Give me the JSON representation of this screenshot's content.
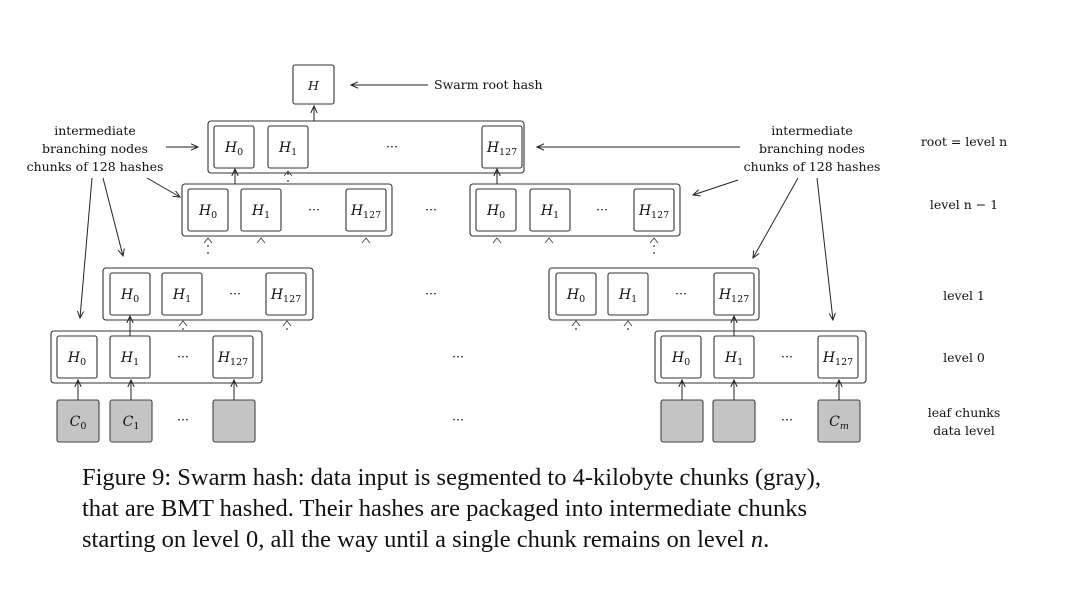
{
  "figure": {
    "root_box": "H",
    "root_label": "Swarm root hash",
    "intermediate_label": [
      "intermediate",
      "branching nodes",
      "chunks of 128 hashes"
    ],
    "ellipsis": "···",
    "levels": [
      "root = level n",
      "level n − 1",
      "level 1",
      "level 0",
      "leaf chunks",
      "data level"
    ],
    "hash_labels": [
      "H0",
      "H1",
      "H127"
    ],
    "leaf_labels": [
      "C0",
      "C1",
      "Cm"
    ]
  },
  "caption": {
    "line1": "Figure 9: Swarm hash: data input is segmented to 4-kilobyte chunks (gray),",
    "line2": "that are BMT hashed.  Their hashes are packaged into intermediate chunks",
    "line3_pre": "starting on level 0, all the way until a single chunk remains on level ",
    "line3_var": "n",
    "line3_post": "."
  }
}
